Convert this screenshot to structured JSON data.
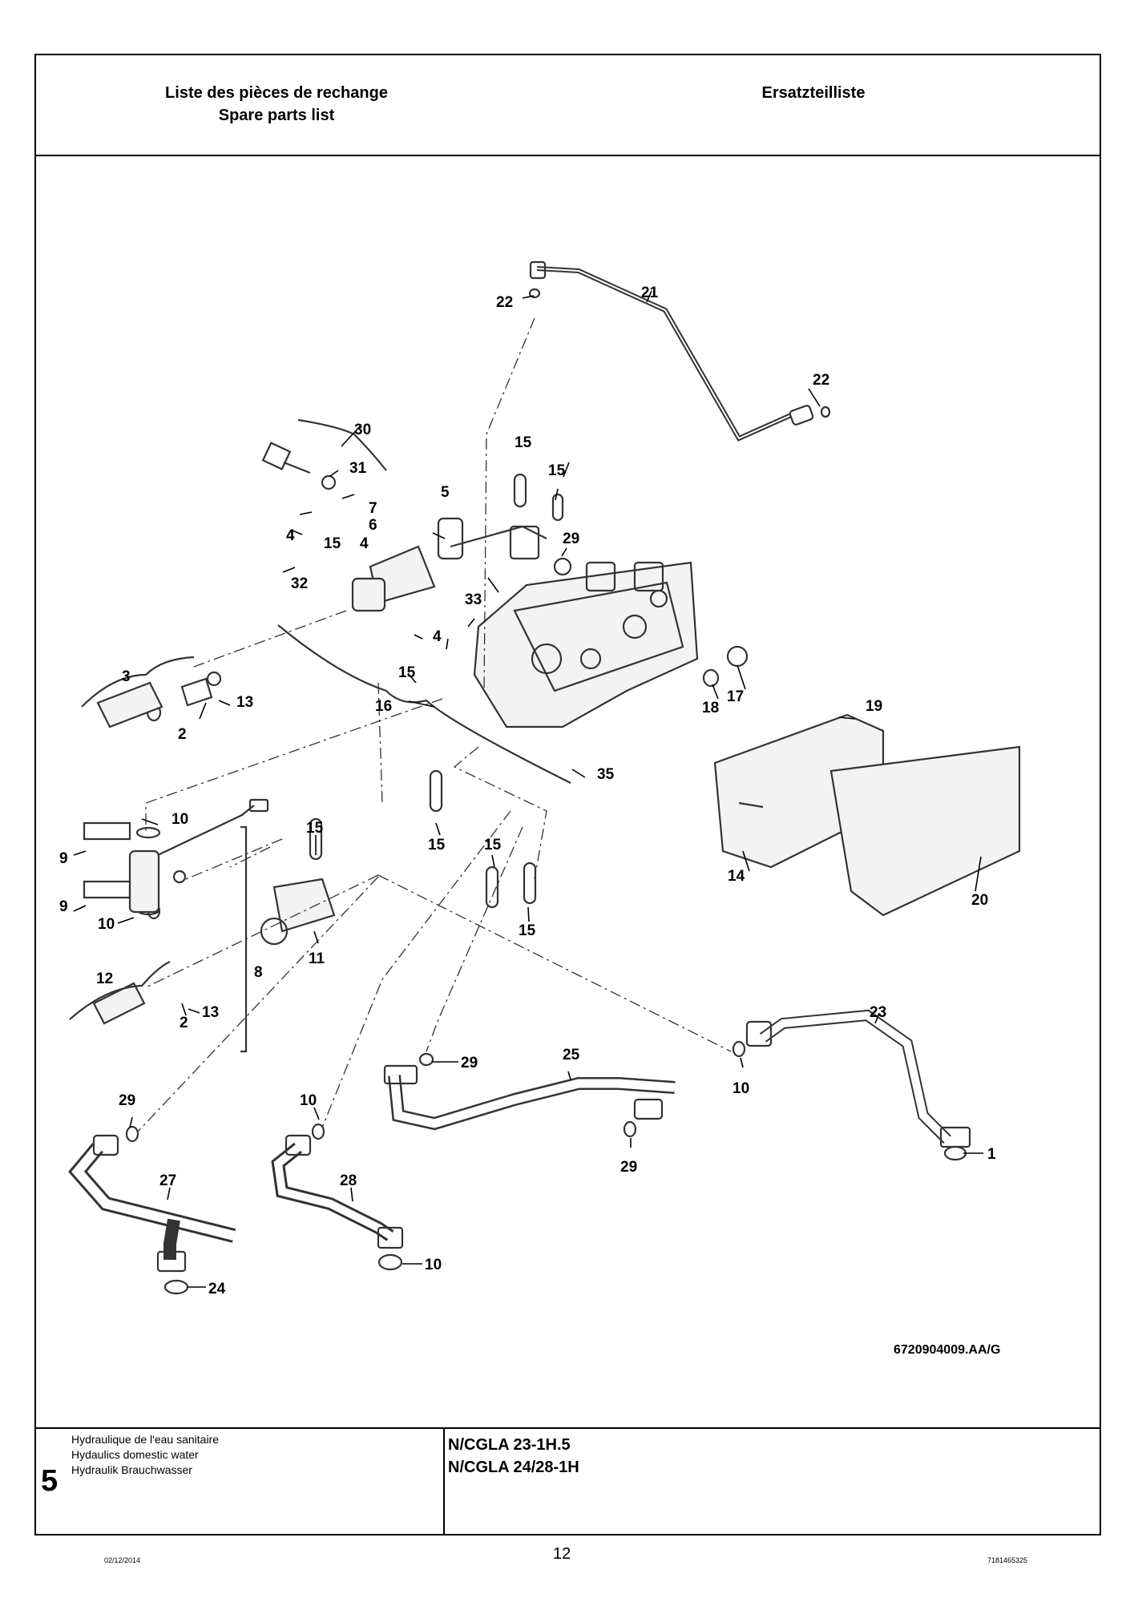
{
  "header": {
    "title_fr": "Liste des pièces de rechange",
    "title_en": "Spare parts list",
    "title_de": "Ersatzteilliste"
  },
  "drawing": {
    "reference": "6720904009.AA/G",
    "callouts": {
      "c1": "1",
      "c2a": "2",
      "c2b": "2",
      "c3": "3",
      "c4a": "4",
      "c4b": "4",
      "c4c": "4",
      "c5": "5",
      "c6": "6",
      "c7": "7",
      "c8": "8",
      "c9a": "9",
      "c9b": "9",
      "c10a": "10",
      "c10b": "10",
      "c10c": "10",
      "c10d": "10",
      "c10e": "10",
      "c11": "11",
      "c12": "12",
      "c13a": "13",
      "c13b": "13",
      "c14": "14",
      "c15a": "15",
      "c15b": "15",
      "c15c": "15",
      "c15d": "15",
      "c15e": "15",
      "c15f": "15",
      "c15g": "15",
      "c15h": "15",
      "c16": "16",
      "c17": "17",
      "c18": "18",
      "c19": "19",
      "c20": "20",
      "c21": "21",
      "c22a": "22",
      "c22b": "22",
      "c23": "23",
      "c24": "24",
      "c25": "25",
      "c27": "27",
      "c28": "28",
      "c29a": "29",
      "c29b": "29",
      "c29c": "29",
      "c29d": "29",
      "c30": "30",
      "c31": "31",
      "c32": "32",
      "c33": "33",
      "c35": "35"
    }
  },
  "footer": {
    "section_number": "5",
    "section_fr": "Hydraulique de l'eau sanitaire",
    "section_en": "Hydaulics domestic water",
    "section_de": "Hydraulik Brauchwasser",
    "model_1": "N/CGLA 23-1H.5",
    "model_2": "N/CGLA 24/28-1H"
  },
  "page": {
    "date": "02/12/2014",
    "number": "12",
    "code": "7181465325"
  }
}
